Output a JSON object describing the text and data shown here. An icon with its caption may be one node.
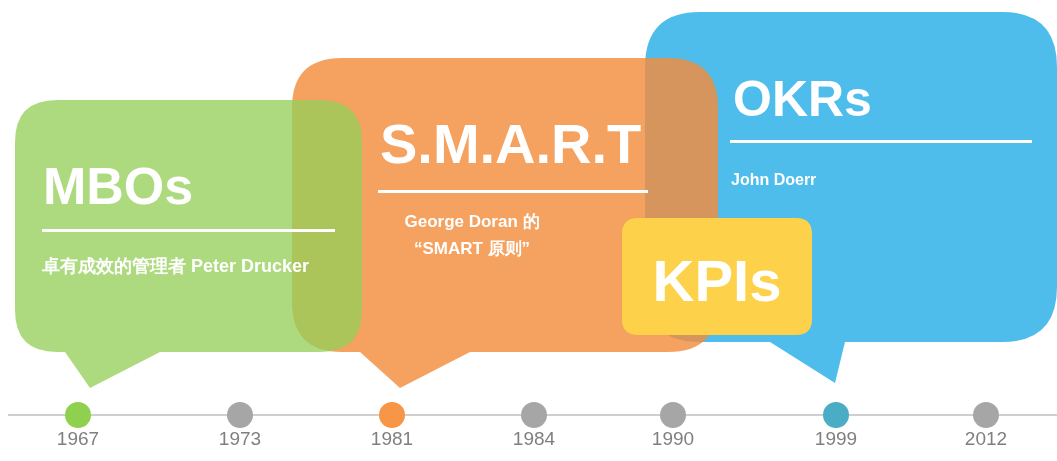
{
  "diagram": {
    "nodes": [
      {
        "text": [
          "MBOs",
          "卓有成效的管理者 Peter Drucker"
        ]
      },
      {
        "text": [
          "S.M.A.R.T",
          "George Doran 的 “SMART 原则”"
        ]
      },
      {
        "text": [
          "OKRs",
          "John Doerr"
        ]
      },
      {
        "text": [
          "KPIs"
        ]
      },
      {
        "text": [],
        "shape": "circle",
        "beside": [
          "1967"
        ]
      },
      {
        "text": [],
        "shape": "circle",
        "beside": [
          "1973"
        ]
      },
      {
        "text": [],
        "shape": "circle",
        "beside": [
          "1981"
        ]
      },
      {
        "text": [],
        "shape": "circle",
        "beside": [
          "1984"
        ]
      },
      {
        "text": [],
        "shape": "circle",
        "beside": [
          "1990"
        ]
      },
      {
        "text": [],
        "shape": "circle",
        "beside": [
          "1999"
        ]
      },
      {
        "text": [],
        "shape": "circle",
        "beside": [
          "2012"
        ]
      }
    ]
  }
}
